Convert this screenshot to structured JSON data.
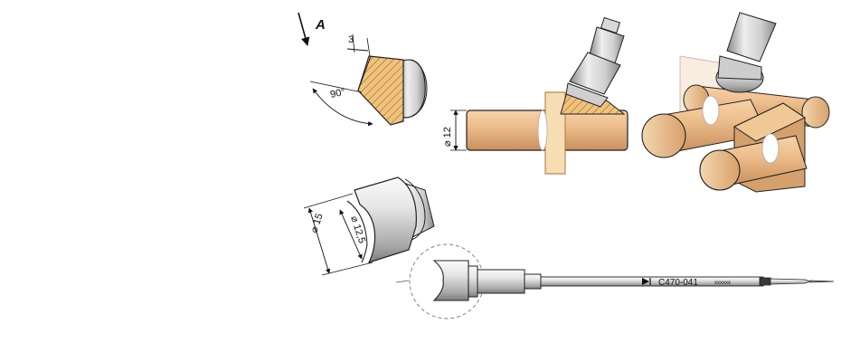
{
  "labels": {
    "view_arrow": "A",
    "chamfer_width": "3",
    "bevel_angle": "90°",
    "work_diameter": "⌀ 12",
    "inner_diameter": "⌀ 12,5",
    "outer_diameter": "⌀ 15",
    "part_number": "C470-041",
    "serial_mark": "xxxxxx"
  },
  "colors": {
    "copper": "#e9b887",
    "copper_dark": "#c98f5d",
    "tip_hatch": "#f1c27a",
    "steel_light": "#eeeeee",
    "steel_dark": "#8c8c8c",
    "outline": "#222222"
  }
}
